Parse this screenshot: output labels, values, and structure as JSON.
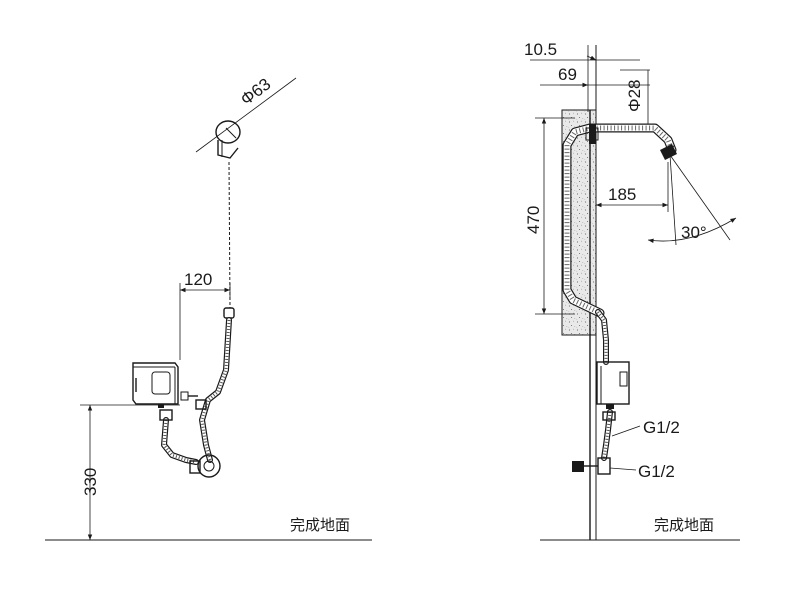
{
  "left_view": {
    "spout_diameter": "Φ63",
    "horizontal_offset": "120",
    "mounting_height": "330",
    "floor_label": "完成地面"
  },
  "right_view": {
    "wall_offset_outer": "10.5",
    "wall_offset_inner": "69",
    "outlet_diameter": "Φ28",
    "spout_reach": "185",
    "pipe_height": "470",
    "spray_angle": "30°",
    "connector_upper": "G1/2",
    "connector_lower": "G1/2",
    "floor_label": "完成地面"
  }
}
